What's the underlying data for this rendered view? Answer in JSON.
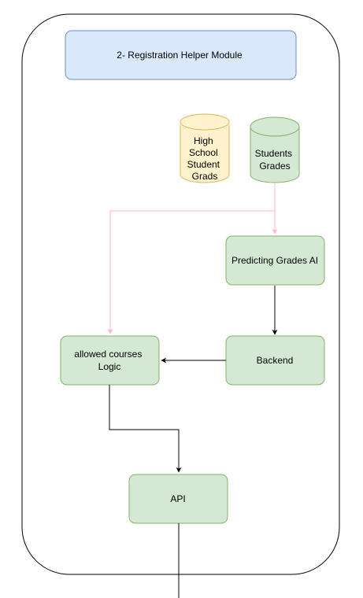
{
  "diagram": {
    "title": "2- Registration Helper  Module",
    "nodes": {
      "high_school_grades": {
        "lines": [
          "High",
          "School",
          "Student",
          "Grads"
        ]
      },
      "students_grades": {
        "lines": [
          "Students",
          "Grades"
        ]
      },
      "predicting_grades_ai": {
        "lines": [
          "Predicting Grades AI"
        ]
      },
      "backend": {
        "lines": [
          "Backend"
        ]
      },
      "allowed_courses_logic": {
        "lines": [
          "allowed courses",
          "Logic"
        ]
      },
      "api": {
        "lines": [
          "API"
        ]
      }
    },
    "colors": {
      "title_fill": "#dae8fc",
      "title_stroke": "#6c8ebf",
      "process_fill": "#d5e8d4",
      "process_stroke": "#82b366",
      "yellow_db_fill": "#fff2cc",
      "yellow_db_stroke": "#d6b656",
      "pink_edge": "#ffb3c6",
      "black_edge": "#000000",
      "container_stroke": "#000000"
    }
  }
}
